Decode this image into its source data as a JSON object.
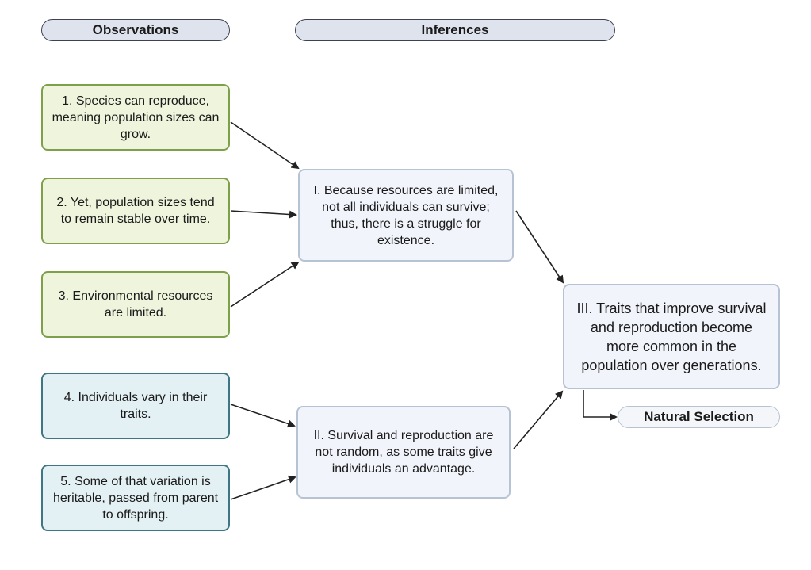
{
  "headers": {
    "observations": "Observations",
    "inferences": "Inferences"
  },
  "observations": [
    "1. Species can reproduce, meaning population sizes can grow.",
    "2. Yet, population sizes tend to remain stable over time.",
    "3. Environmental resources are limited.",
    "4. Individuals vary in their traits.",
    "5. Some of that variation is heritable, passed from parent to offspring."
  ],
  "inferences": [
    "I. Because resources are limited, not all individuals can survive; thus, there is a struggle for existence.",
    "II. Survival and reproduction are not random, as some traits give individuals an advantage.",
    "III. Traits that improve survival and reproduction become more common in the population over generations."
  ],
  "result_label": "Natural Selection",
  "colors": {
    "green_fill": "#eef5dc",
    "green_border": "#7ea04a",
    "blue_fill": "#e4f1f4",
    "blue_border": "#3f7683",
    "inference_fill": "#f1f4fb",
    "inference_border": "#b7c3d3",
    "header_fill": "#dfe3ee",
    "arrow": "#222222"
  }
}
